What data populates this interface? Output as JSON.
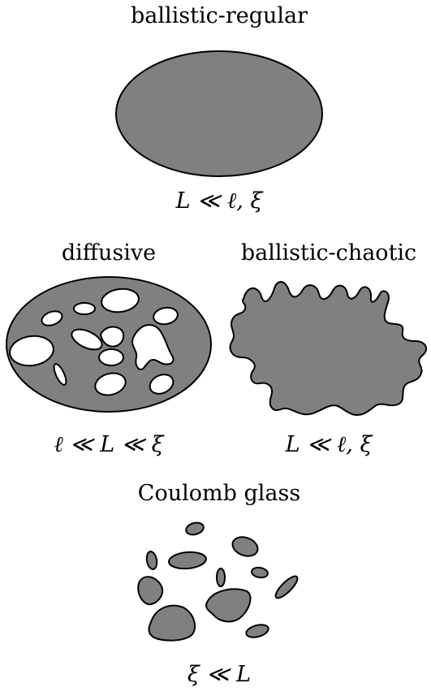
{
  "panels": [
    {
      "title": "ballistic-regular",
      "condition": "L ≪ ℓ, ξ"
    },
    {
      "title": "diffusive",
      "condition": "ℓ ≪ L ≪ ξ"
    },
    {
      "title": "ballistic-chaotic",
      "condition": "L ≪ ℓ, ξ"
    },
    {
      "title": "Coulomb glass",
      "condition": "ξ ≪ L"
    }
  ],
  "colors": {
    "fill": "#808080",
    "stroke": "#000000",
    "background": "#ffffff"
  }
}
